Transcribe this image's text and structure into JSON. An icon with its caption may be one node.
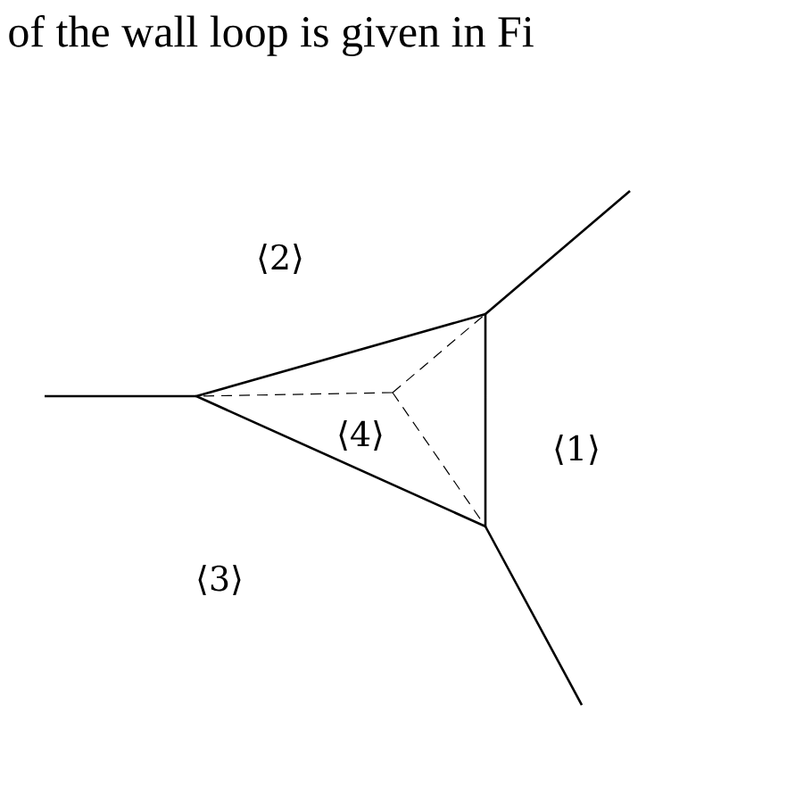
{
  "diagram": {
    "labels": [
      "of the wall loop is given in Fi",
      "⟨2⟩",
      "⟨4⟩",
      "⟨1⟩",
      "⟨3⟩"
    ]
  }
}
